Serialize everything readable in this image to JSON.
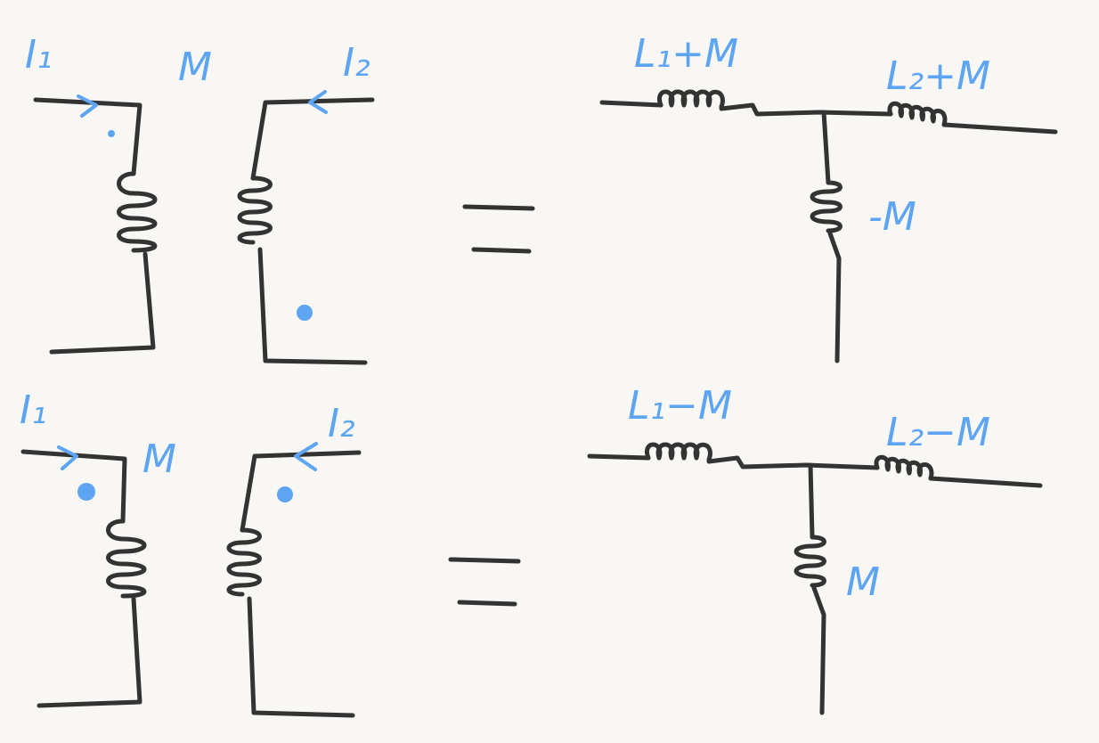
{
  "colors": {
    "background": "#f8f7f3",
    "ink": "#333333",
    "annotation": "#5da4f2"
  },
  "top_row": {
    "coupled_inductors": {
      "current_1": "I₁",
      "mutual": "M",
      "current_2": "I₂",
      "dots": "opposite ends (top of coil 1, bottom of coil 2)"
    },
    "equals": "=",
    "t_equivalent": {
      "series_left": "L₁+M",
      "series_right": "L₂+M",
      "shunt": "-M"
    }
  },
  "bottom_row": {
    "coupled_inductors": {
      "current_1": "I₁",
      "mutual": "M",
      "current_2": "I₂",
      "dots": "same ends (top of both coils)"
    },
    "equals": "=",
    "t_equivalent": {
      "series_left": "L₁−M",
      "series_right": "L₂−M",
      "shunt": "M"
    }
  }
}
